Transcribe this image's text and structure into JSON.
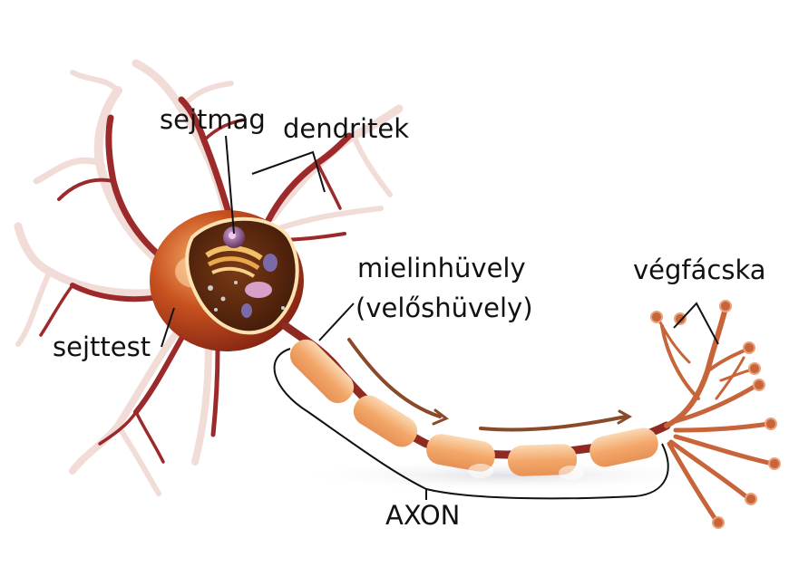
{
  "labels": {
    "sejtmag": "sejtmag",
    "dendritek": "dendritek",
    "mielin_1": "mielinhüvely",
    "mielin_2": "(velőshüvely)",
    "vegfacska": "végfácska",
    "sejttest": "sejttest",
    "axon": "AXON"
  },
  "colors": {
    "dendrite": "#9c2a2a",
    "dendrite_light": "#f3d9d6",
    "soma": "#b5441e",
    "soma_glow": "#f0a060",
    "nucleus": "#6b3f66",
    "myelin": "#f4b27a",
    "myelin_light": "#ffe1c0",
    "axon_arrow": "#8a4a2a",
    "terminal": "#c8643a",
    "leader": "#111111"
  },
  "icons": [
    "neuron-illustration"
  ]
}
